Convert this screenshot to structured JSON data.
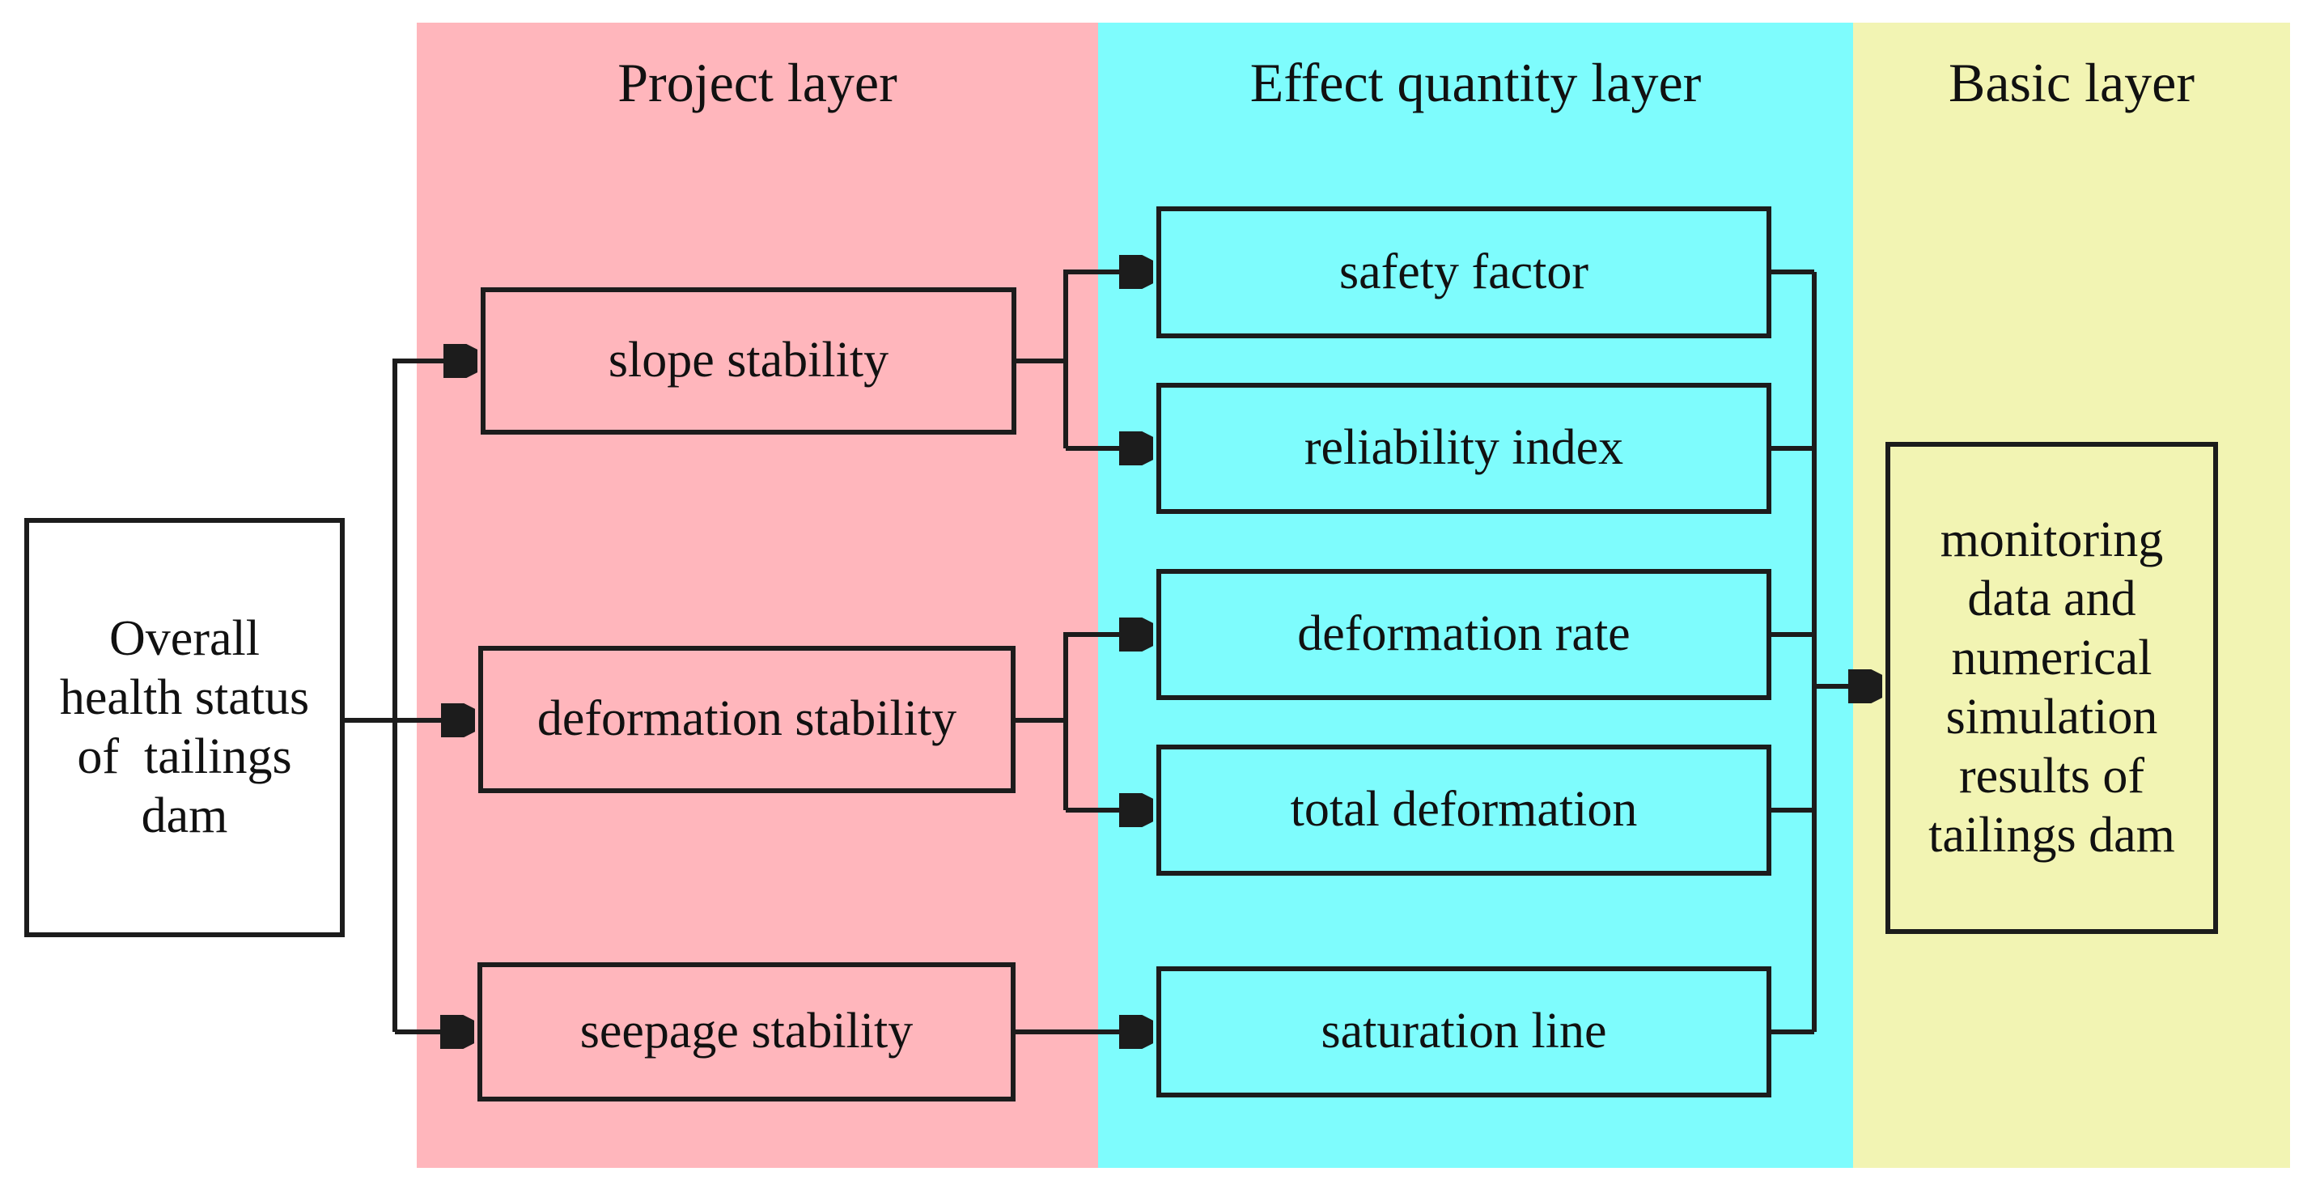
{
  "layers": {
    "project": {
      "label": "Project layer",
      "color": "#ffb6bc"
    },
    "effect": {
      "label": "Effect quantity layer",
      "color": "#7efcfd"
    },
    "basic": {
      "label": "Basic layer",
      "color": "#f2f4b3"
    }
  },
  "nodes": {
    "root": {
      "lines": [
        "Overall",
        "health status",
        "of  tailings",
        "dam"
      ]
    },
    "slope": {
      "label": "slope stability"
    },
    "deformation": {
      "label": "deformation stability"
    },
    "seepage": {
      "label": "seepage stability"
    },
    "safety": {
      "label": "safety factor"
    },
    "reliability": {
      "label": "reliability index"
    },
    "rate": {
      "label": "deformation rate"
    },
    "total": {
      "label": "total deformation"
    },
    "saturation": {
      "label": "saturation line"
    },
    "monitor": {
      "lines": [
        "monitoring",
        "data and",
        "numerical",
        "simulation",
        "results of",
        "tailings dam"
      ]
    }
  },
  "style": {
    "background": "#ffffff",
    "line_color": "#1c1c1c",
    "node_border_color": "#1c1c1c",
    "text_color": "#111111"
  }
}
